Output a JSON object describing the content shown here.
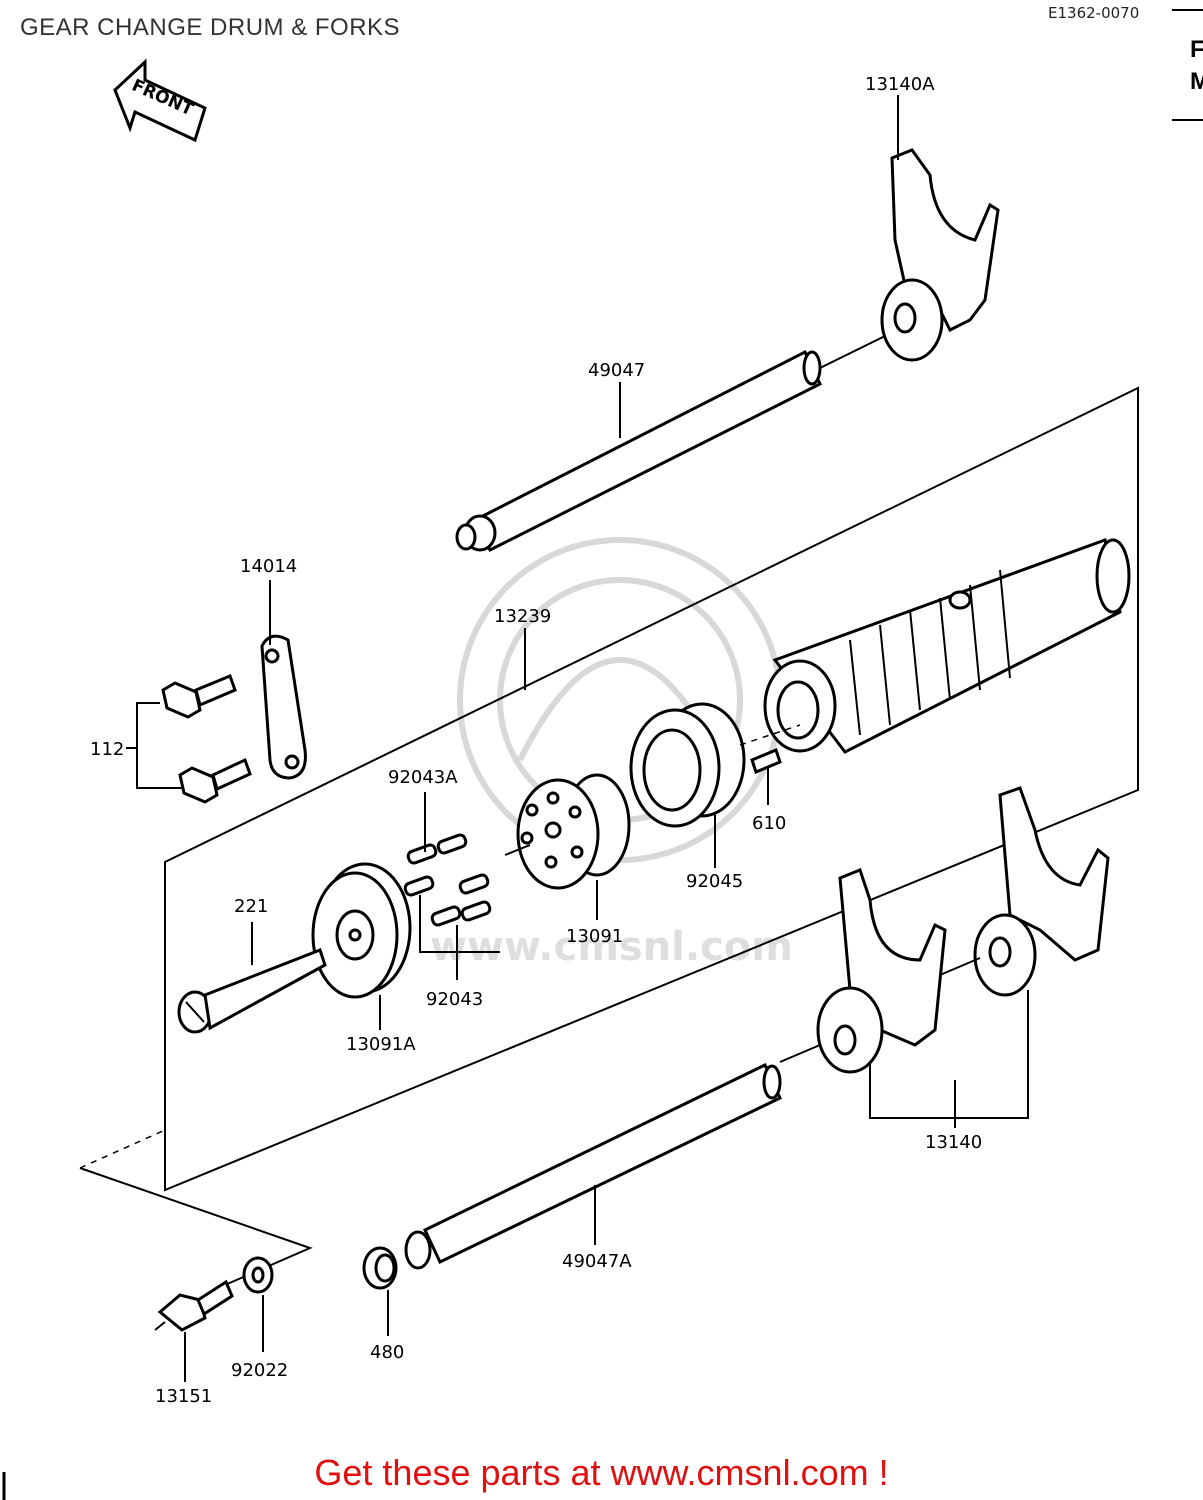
{
  "header": {
    "title": "GEAR CHANGE DRUM & FORKS",
    "ref_code": "E1362-0070",
    "corner_a": "F",
    "corner_b": "M"
  },
  "front_arrow": {
    "label": "FRONT"
  },
  "parts": [
    {
      "number": "13140A"
    },
    {
      "number": "49047"
    },
    {
      "number": "14014"
    },
    {
      "number": "13239"
    },
    {
      "number": "112"
    },
    {
      "number": "92043A"
    },
    {
      "number": "610"
    },
    {
      "number": "92045"
    },
    {
      "number": "13091"
    },
    {
      "number": "221"
    },
    {
      "number": "92043"
    },
    {
      "number": "13091A"
    },
    {
      "number": "13140"
    },
    {
      "number": "49047A"
    },
    {
      "number": "480"
    },
    {
      "number": "92022"
    },
    {
      "number": "13151"
    }
  ],
  "watermark": {
    "text": "www.cmsnl.com"
  },
  "footer": {
    "cta": "Get these parts at www.cmsnl.com !"
  }
}
